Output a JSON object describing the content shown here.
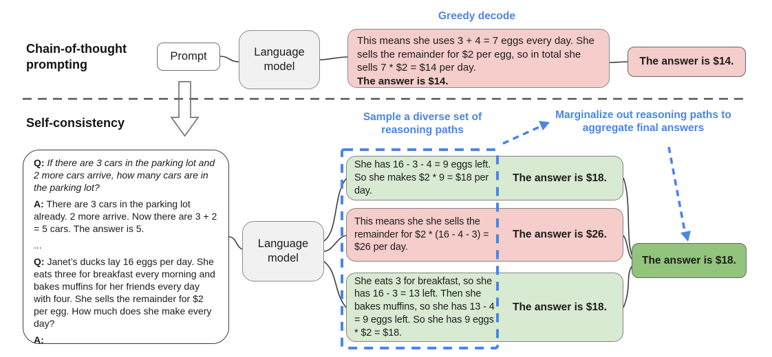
{
  "colors": {
    "pink": "#f5cdcb",
    "green_light": "#d9ead3",
    "green_dark": "#93c47d",
    "gray_box": "#f1f1f1",
    "blue_accent": "#4a86e8"
  },
  "cot": {
    "section_label": "Chain-of-thought prompting",
    "prompt_label": "Prompt",
    "lm_label": "Language model",
    "decode_title": "Greedy decode",
    "output_body": "This means she uses 3 + 4 = 7 eggs every day. She sells the remainder for $2 per egg, so in total she sells 7 * $2 = $14 per day.",
    "output_answer_line": "The answer is $14.",
    "answer_box": "The answer is $14."
  },
  "sc": {
    "section_label": "Self-consistency",
    "lm_label": "Language model",
    "sample_title": "Sample a diverse set of reasoning paths",
    "marginalize_title": "Marginalize out reasoning paths to aggregate final answers",
    "prompt": {
      "q_label": "Q:",
      "a_label": "A:",
      "question_1": "If there are 3 cars in the parking lot and 2 more cars arrive, how many cars are in the parking lot?",
      "answer_1": "There are 3 cars in the parking lot already. 2 more arrive. Now there are 3 + 2 = 5 cars. The answer is 5.",
      "ellipsis": "...",
      "question_2": "Janet’s ducks lay 16 eggs per day. She eats three for breakfast every morning and bakes muffins for her friends every day with four. She sells the remainder for $2 per egg. How much does she make every day?"
    },
    "paths": [
      {
        "tone": "green",
        "text": "She has 16 - 3 - 4 = 9 eggs left. So she makes $2 * 9 = $18 per day.",
        "answer": "The answer is $18."
      },
      {
        "tone": "pink",
        "text": "This means she she sells the remainder for $2 * (16 - 4 - 3) = $26 per day.",
        "answer": "The answer is $26."
      },
      {
        "tone": "green",
        "text": "She eats 3 for breakfast, so she has 16 - 3 = 13 left. Then she bakes muffins, so she has 13 - 4 = 9 eggs left. So she has 9 eggs * $2 = $18.",
        "answer": "The answer is $18."
      }
    ],
    "final_answer": "The answer is $18."
  }
}
